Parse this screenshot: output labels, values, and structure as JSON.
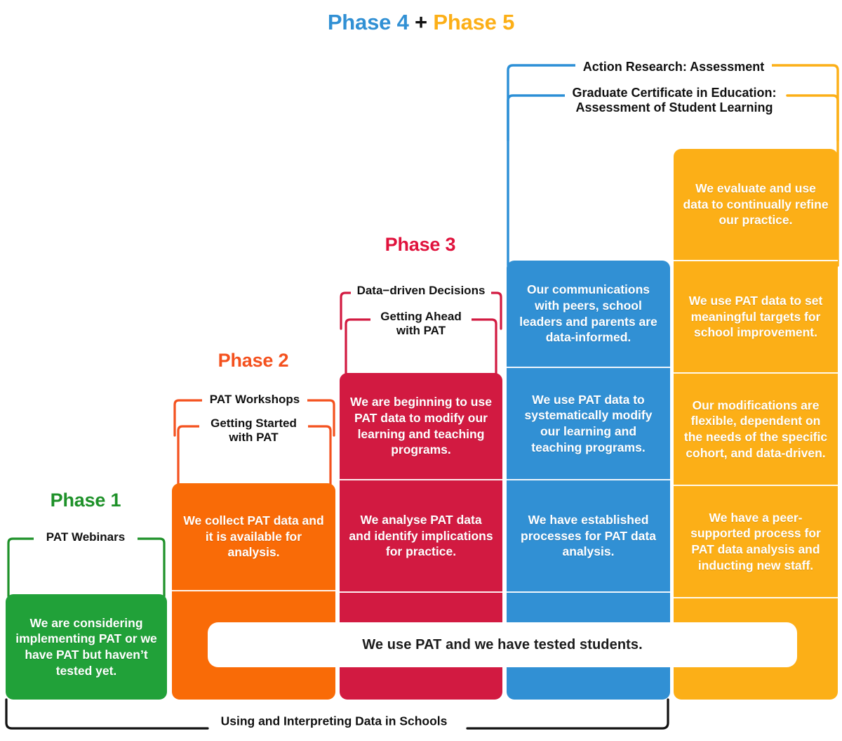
{
  "diagram": {
    "title_row": {
      "phase4_label": "Phase 4",
      "plus": "+",
      "phase5_label": "Phase 5"
    },
    "phase_titles": [
      {
        "label": "Phase 1",
        "color": "#1E9129"
      },
      {
        "label": "Phase 2",
        "color": "#F4511E"
      },
      {
        "label": "Phase 3",
        "color": "#E0123C"
      },
      {
        "label": "Phase 4",
        "color": "#3190D4"
      },
      {
        "label": "Phase 5",
        "color": "#FCAF17"
      }
    ],
    "brackets": [
      {
        "name": "pat-webinars",
        "label": "PAT Webinars",
        "color": "#1E9129"
      },
      {
        "name": "pat-workshops",
        "label": "PAT Workshops",
        "color": "#F4511E"
      },
      {
        "name": "getting-started",
        "label": "Getting Started\nwith PAT",
        "color": "#F4511E"
      },
      {
        "name": "data-driven",
        "label": "Data−driven Decisions",
        "color": "#D21A41"
      },
      {
        "name": "getting-ahead",
        "label": "Getting Ahead\nwith PAT",
        "color": "#D21A41"
      },
      {
        "name": "action-research",
        "label": "Action Research: Assessment",
        "color_left": "#2B8FD6",
        "color_right": "#FCAF17"
      },
      {
        "name": "graduate-certificate",
        "label": "Graduate Certificate in Education:\nAssessment of Student Learning",
        "color_left": "#2B8FD6",
        "color_right": "#FCAF17"
      }
    ],
    "columns": [
      {
        "name": "phase-1-green",
        "color": "#21A139",
        "cells": [
          {
            "text": "We are considering implementing PAT or we have PAT but haven’t tested yet."
          }
        ]
      },
      {
        "name": "phase-2-orange",
        "color": "#F96B07",
        "cells": [
          {
            "text": "We collect PAT data and it is available for analysis."
          },
          {
            "text": ""
          }
        ]
      },
      {
        "name": "phase-3-red",
        "color": "#D21A41",
        "cells": [
          {
            "text": "We are beginning to use PAT data to modify our learning and teaching programs."
          },
          {
            "text": "We analyse PAT data and identify implications for practice."
          },
          {
            "text": ""
          }
        ]
      },
      {
        "name": "phase-4-blue",
        "color": "#3190D4",
        "cells": [
          {
            "text": "Our communications with peers, school leaders and parents are data-informed."
          },
          {
            "text": "We use PAT data to systematically modify our learning and teaching programs."
          },
          {
            "text": "We have established processes for PAT data analysis."
          },
          {
            "text": ""
          }
        ]
      },
      {
        "name": "phase-5-yellow",
        "color": "#FCAF17",
        "cells": [
          {
            "text": "We evaluate and use data to continually refine our practice."
          },
          {
            "text": "We use PAT data to set meaningful targets for school improvement."
          },
          {
            "text": "Our modifications are flexible, dependent on the needs of the specific cohort, and data-driven."
          },
          {
            "text": "We have a peer-supported process for PAT data analysis and inducting new staff."
          },
          {
            "text": ""
          }
        ]
      }
    ],
    "banner": {
      "text": "We use PAT and we have tested students."
    },
    "footer": {
      "label": "Using and Interpreting Data in Schools",
      "color": "#111111"
    }
  }
}
